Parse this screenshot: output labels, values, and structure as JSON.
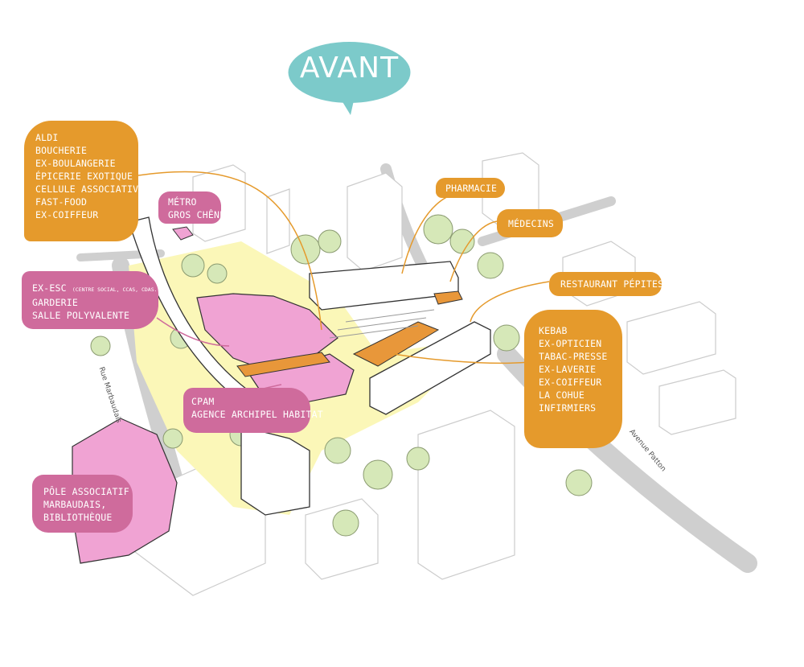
{
  "title": "AVANT",
  "colors": {
    "shop_orange": "#e59a2c",
    "service_pink": "#cf6b9c",
    "title_teal": "#7ccaca",
    "public_space_yellow": "#fbf7b8",
    "vegetation_green": "#cfe3b0",
    "road_grey": "#c9c9c9"
  },
  "labels": {
    "shops_left": [
      "ALDI",
      "BOUCHERIE",
      "EX-BOULANGERIE",
      "ÉPICERIE EXOTIQUE",
      "CELLULE ASSOCIATIVE",
      "FAST-FOOD",
      "EX-COIFFEUR"
    ],
    "metro": [
      "MÉTRO",
      "GROS CHÊNE"
    ],
    "esc_title": "EX-ESC",
    "esc_note": "(CENTRE SOCIAL, CCAS, CDAS...)",
    "esc_lines": [
      "GARDERIE",
      "SALLE POLYVALENTE"
    ],
    "cpam": [
      "CPAM",
      "AGENCE ARCHIPEL HABITAT"
    ],
    "pole": [
      "PÔLE ASSOCIATIF",
      "MARBAUDAIS,",
      "BIBLIOTHÈQUE"
    ],
    "pharmacie": "PHARMACIE",
    "medecins": "MÉDECINS",
    "restaurant": "RESTAURANT PÉPITES",
    "shops_right": [
      "KEBAB",
      "EX-OPTICIEN",
      "TABAC-PRESSE",
      "EX-LAVERIE",
      "EX-COIFFEUR",
      "LA COHUE",
      "INFIRMIERS"
    ]
  },
  "streets": {
    "marbaudais": "Rue Marbaudais",
    "patton": "Avenue Patton"
  },
  "icons": {
    "metro": "metro-station-icon",
    "trees": "tree-icon",
    "buildings": "building-icon"
  }
}
